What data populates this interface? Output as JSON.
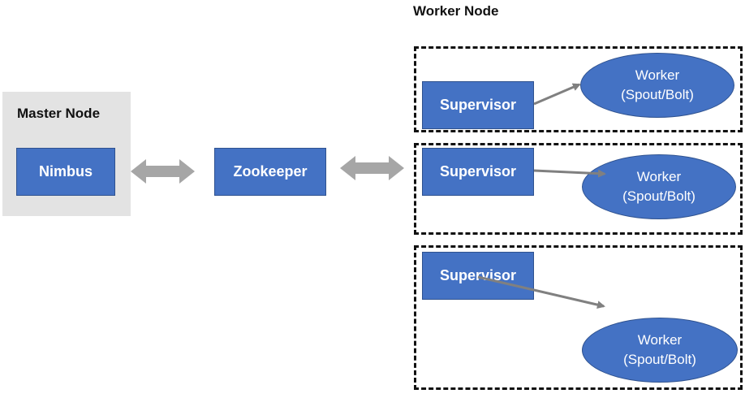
{
  "diagram": {
    "worker_node_title": "Worker Node",
    "master": {
      "label": "Master Node",
      "nimbus": "Nimbus"
    },
    "zookeeper": "Zookeeper",
    "worker_groups": [
      {
        "supervisor": "Supervisor",
        "worker_line1": "Worker",
        "worker_line2": "(Spout/Bolt)"
      },
      {
        "supervisor": "Supervisor",
        "worker_line1": "Worker",
        "worker_line2": "(Spout/Bolt)"
      },
      {
        "supervisor": "Supervisor",
        "worker_line1": "Worker",
        "worker_line2": "(Spout/Bolt)"
      }
    ],
    "colors": {
      "box_fill": "#4472c4",
      "box_border": "#2f528f",
      "master_panel": "#e3e3e3",
      "double_arrow": "#a6a6a6",
      "connector": "#808080",
      "dashed_border": "#111111"
    }
  }
}
